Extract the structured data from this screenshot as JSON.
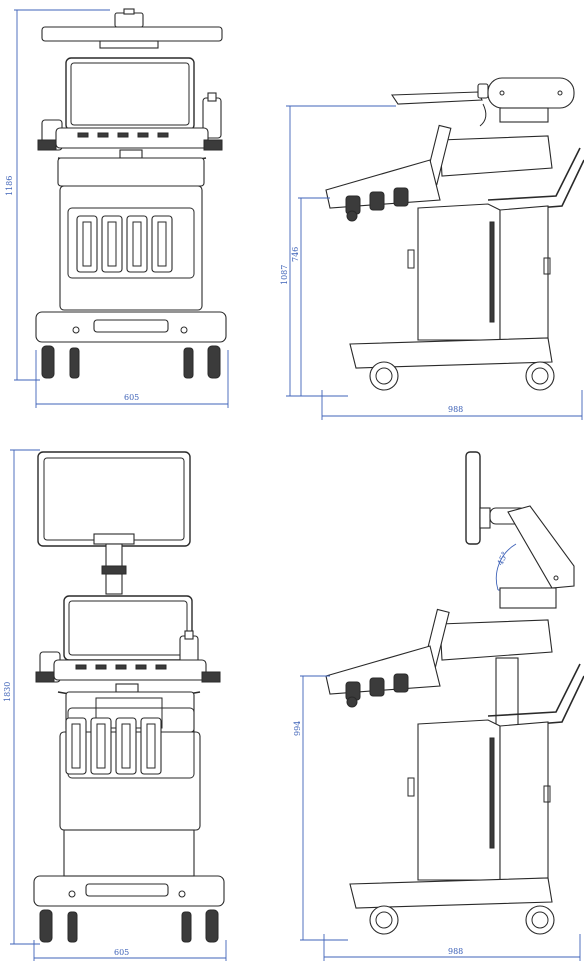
{
  "views": {
    "top_left": {
      "height_dim": "1186",
      "width_dim": "605"
    },
    "top_right": {
      "height_dim_outer": "1087",
      "height_dim_inner": "746",
      "depth_dim": "988"
    },
    "bottom_left": {
      "height_dim": "1830",
      "width_dim": "605"
    },
    "bottom_right": {
      "angle_dim": "45°",
      "height_dim": "994",
      "depth_dim": "988"
    }
  },
  "colors": {
    "dimension": "#3f63b8",
    "line": "#2a2a2a"
  }
}
